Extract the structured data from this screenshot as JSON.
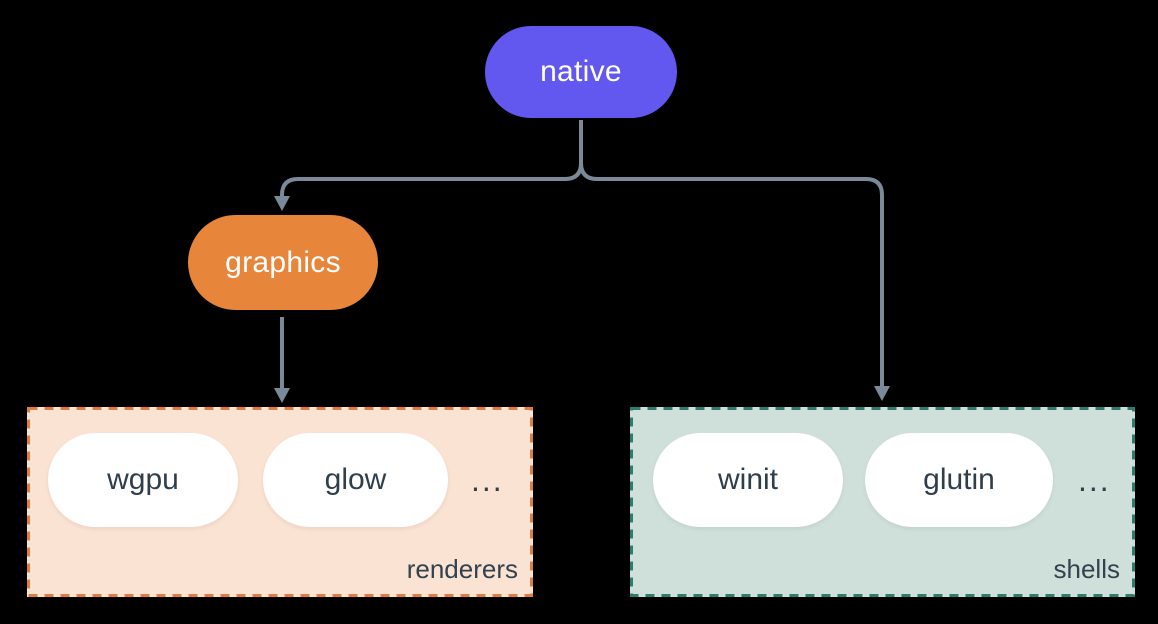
{
  "diagram": {
    "background_color": "#000000",
    "connector_color": "#7B8A99",
    "nodes": {
      "native": {
        "label": "native",
        "fill": "#6257EE",
        "text_color": "#FFFFFF"
      },
      "graphics": {
        "label": "graphics",
        "fill": "#E7853A",
        "text_color": "#FFFFFF"
      }
    },
    "groups": {
      "renderers": {
        "label": "renderers",
        "background": "#FAE3D3",
        "border_color": "#DD7F3E",
        "items": [
          {
            "label": "wgpu"
          },
          {
            "label": "glow"
          }
        ],
        "ellipsis": "...",
        "item_text_color": "#2F3E4B"
      },
      "shells": {
        "label": "shells",
        "background": "#CFE0DA",
        "border_color": "#2E7D6C",
        "items": [
          {
            "label": "winit"
          },
          {
            "label": "glutin"
          }
        ],
        "ellipsis": "...",
        "item_text_color": "#2F3E4B"
      }
    },
    "edges": [
      {
        "from": "native",
        "to": "graphics"
      },
      {
        "from": "native",
        "to": "shells"
      },
      {
        "from": "graphics",
        "to": "renderers"
      }
    ]
  }
}
